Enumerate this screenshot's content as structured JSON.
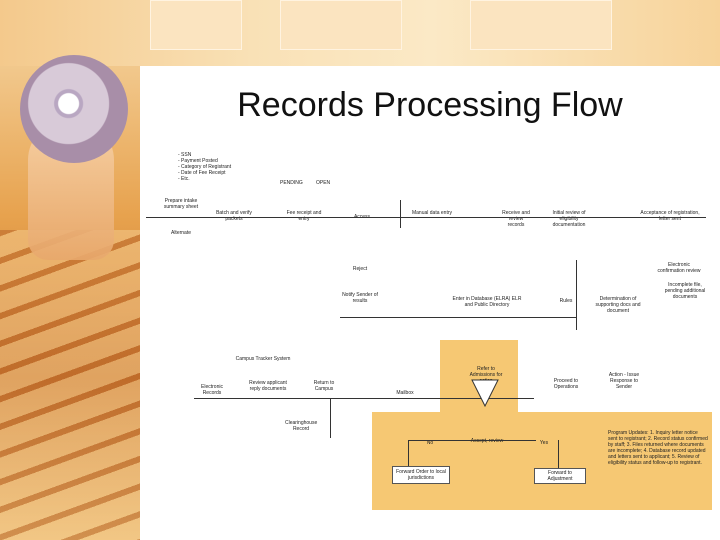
{
  "slide": {
    "title": "Records Processing Flow"
  },
  "diagram": {
    "legend_lines": [
      "- SSN",
      "- Payment Posted",
      "- Category of Registrant",
      "- Date of Fee Receipt",
      "- Etc."
    ],
    "pending_labels": [
      "PENDING",
      "OPEN"
    ],
    "nodes": {
      "n1": "Prepare intake summary sheet",
      "n2": "Batch and verify packets",
      "n3": "Fee receipt and entry",
      "n4": "Access",
      "n5": "Manual data entry",
      "n6": "Receive and review records",
      "n7": "Initial review of eligibility documentation",
      "n8": "Acceptance of registration, letter sent",
      "n9": "Electronic confirmation review",
      "n10": "Reject",
      "n11": "Notify Sender of results",
      "n12": "Enter in Database (ELRA) ELR and Public Directory",
      "n13": "Rules",
      "n14": "Determination of supporting docs and document",
      "n15": "Incomplete file, pending additional documents",
      "n16": "Campus Tracker System",
      "n17": "Electronic Records",
      "n18": "Review applicant reply documents",
      "n19": "Return to Campus",
      "n20": "Clearinghouse Record",
      "n21": "Refer to Admissions for action",
      "n22": "Action - Issue Response to Sender",
      "n23": "Proceed to Operations",
      "n24": "Accept, review",
      "n25": "Forward Order to local jurisdictions",
      "n26": "Forward to Adjustment",
      "n27": "Program Updates: 1. Inquiry letter notice sent to registrant; 2. Record status confirmed by staff; 3. Files returned where documents are incomplete; 4. Database record updated and letters sent to applicant; 5. Review of eligibility status and follow-up to registrant.",
      "n28": "Yes",
      "n29": "No",
      "n30": "Mailbox",
      "n31": "Alternate"
    }
  }
}
